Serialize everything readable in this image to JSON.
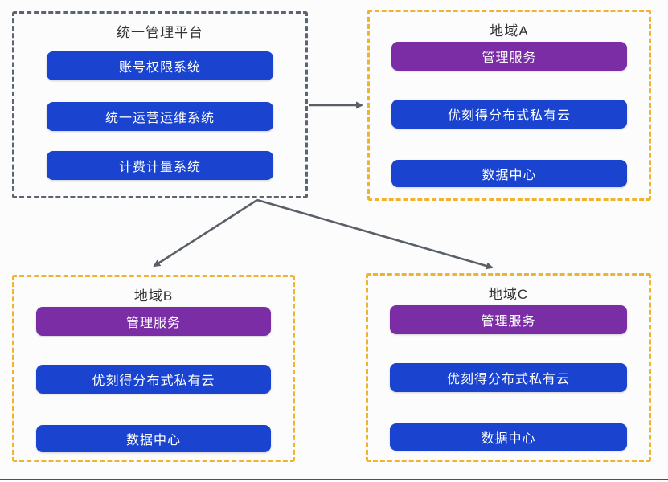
{
  "platform": {
    "title": "统一管理平台",
    "systems": [
      {
        "label": "账号权限系统"
      },
      {
        "label": "统一运营运维系统"
      },
      {
        "label": "计费计量系统"
      }
    ]
  },
  "regions": [
    {
      "title": "地域A",
      "services": [
        {
          "label": "管理服务",
          "type": "management"
        },
        {
          "label": "优刻得分布式私有云",
          "type": "private-cloud"
        },
        {
          "label": "数据中心",
          "type": "datacenter"
        }
      ]
    },
    {
      "title": "地域B",
      "services": [
        {
          "label": "管理服务",
          "type": "management"
        },
        {
          "label": "优刻得分布式私有云",
          "type": "private-cloud"
        },
        {
          "label": "数据中心",
          "type": "datacenter"
        }
      ]
    },
    {
      "title": "地域C",
      "services": [
        {
          "label": "管理服务",
          "type": "management"
        },
        {
          "label": "优刻得分布式私有云",
          "type": "private-cloud"
        },
        {
          "label": "数据中心",
          "type": "datacenter"
        }
      ]
    }
  ],
  "arrows": [
    {
      "from": "platform",
      "to": "region-a"
    },
    {
      "from": "platform",
      "to": "region-b"
    },
    {
      "from": "platform",
      "to": "region-c"
    }
  ],
  "colors": {
    "platform_border": "#5a6472",
    "region_border": "#f0b42c",
    "system_button": "#1a44cf",
    "management_button": "#7b2da6",
    "button_text": "#ffffff",
    "title_text": "#333333",
    "arrow": "#595f66",
    "bottom_rule": "#2e5f53",
    "background": "#fcfcfd"
  }
}
